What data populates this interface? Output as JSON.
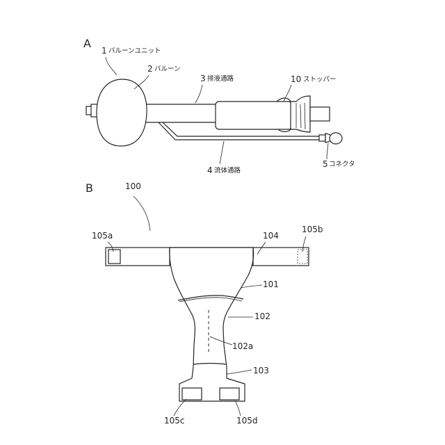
{
  "panel_a": {
    "letter": "A",
    "labels": {
      "balloon_unit_num": "1",
      "balloon_unit_text": "バルーンユニット",
      "balloon_num": "2",
      "balloon_text": "バルーン",
      "drain_num": "3",
      "drain_text": "排液通路",
      "stopper_num": "10",
      "stopper_text": "ストッパー",
      "fluid_num": "4",
      "fluid_text": "流体通路",
      "connector_num": "5",
      "connector_text": "コネクタ"
    }
  },
  "panel_b": {
    "letter": "B",
    "labels": {
      "ref_100": "100",
      "ref_105a": "105a",
      "ref_104": "104",
      "ref_105b": "105b",
      "ref_101": "101",
      "ref_102": "102",
      "ref_102a": "102a",
      "ref_103": "103",
      "ref_105c": "105c",
      "ref_105d": "105d"
    }
  }
}
